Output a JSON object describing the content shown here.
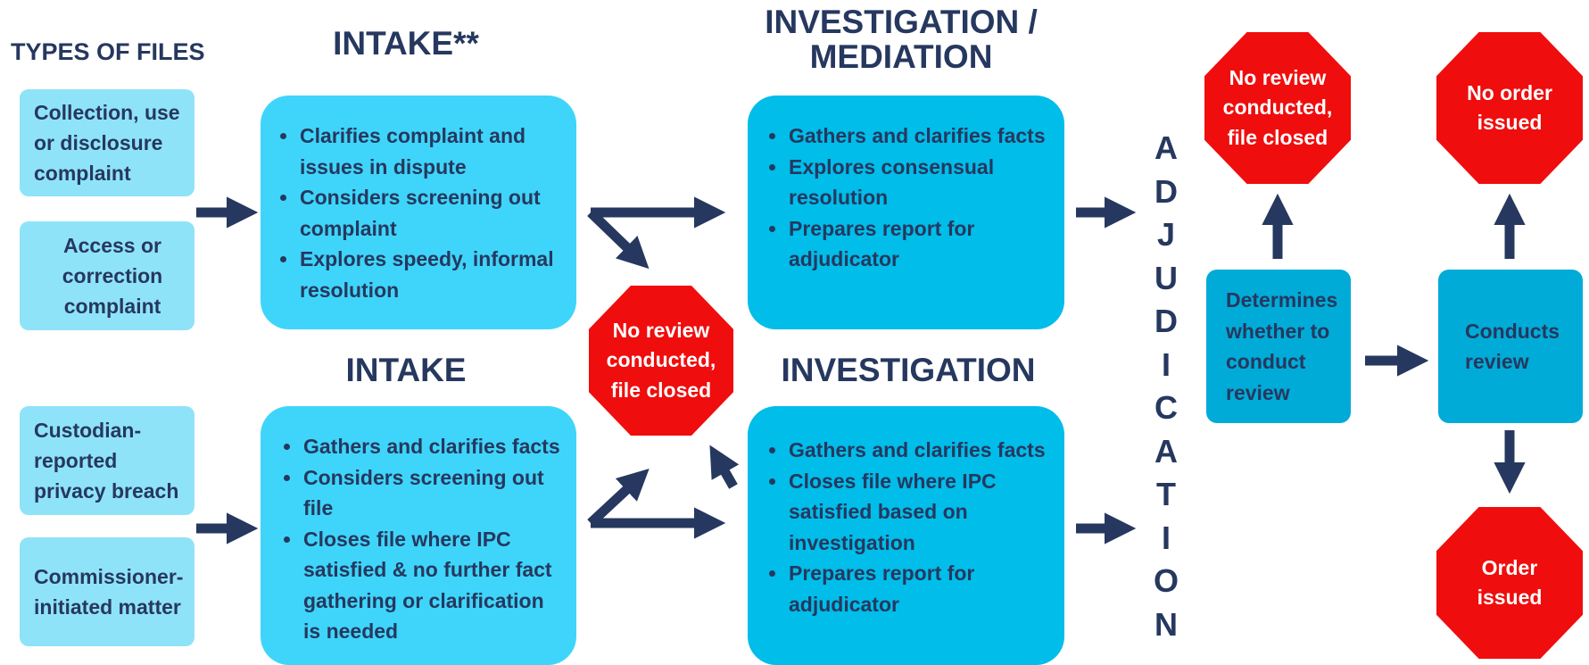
{
  "headings": {
    "types_of_files": "TYPES OF FILES",
    "intake_star": "INTAKE**",
    "investigation_mediation": "INVESTIGATION /\nMEDIATION",
    "intake": "INTAKE",
    "investigation": "INVESTIGATION"
  },
  "file_types": {
    "collection": "Collection, use or disclosure complaint",
    "access": "Access or correction complaint",
    "custodian": "Custodian-reported privacy breach",
    "commissioner": "Commissioner-initiated matter"
  },
  "intake_star_box": {
    "bullets": [
      "Clarifies complaint and issues in dispute",
      "Considers screening  out complaint",
      "Explores speedy, informal resolution"
    ]
  },
  "intake_box": {
    "bullets": [
      "Gathers and clarifies facts",
      "Considers screening out file",
      "Closes file where IPC satisfied & no further fact gathering or clarification is needed"
    ]
  },
  "investigation_mediation_box": {
    "bullets": [
      "Gathers and clarifies facts",
      "Explores consensual resolution",
      "Prepares report for adjudicator"
    ]
  },
  "investigation_box": {
    "bullets": [
      "Gathers and clarifies facts",
      "Closes file where IPC satisfied based on investigation",
      "Prepares report for adjudicator"
    ]
  },
  "adjudication_letters": [
    "A",
    "D",
    "J",
    "U",
    "D",
    "I",
    "C",
    "A",
    "T",
    "I",
    "O",
    "N"
  ],
  "adjudication_boxes": {
    "determines": "Determines whether to conduct review",
    "conducts": "Conducts review"
  },
  "stop_signs": {
    "middle": "No review\nconducted,\nfile closed",
    "top_right_1": "No review\nconducted,\nfile closed",
    "top_right_2": "No order\nissued",
    "bottom_right": "Order\nissued"
  },
  "colors": {
    "navy": "#26385f",
    "light_cyan": "#8fe3f8",
    "cyan": "#3fd5fa",
    "bright_cyan": "#00bde9",
    "teal": "#00abd7",
    "red": "#f00d0d"
  }
}
